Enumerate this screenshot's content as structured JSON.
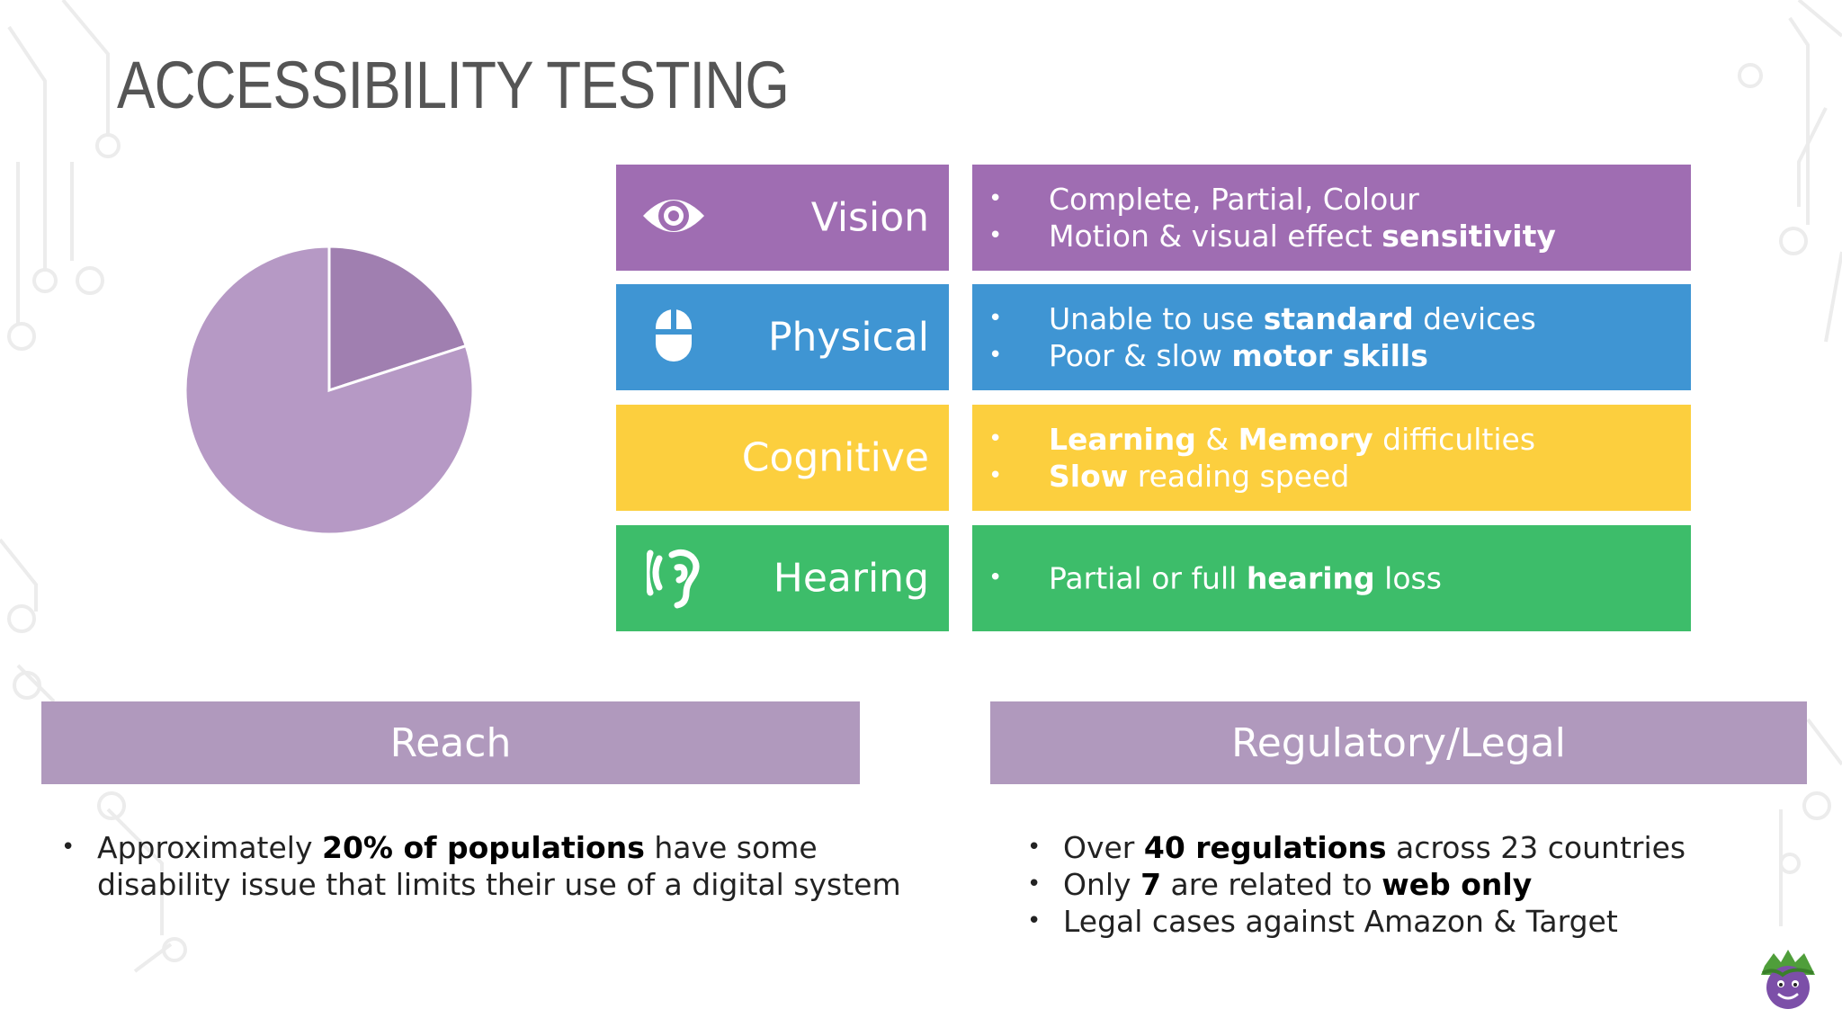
{
  "title": "ACCESSIBILITY TESTING",
  "chart_data": {
    "type": "pie",
    "values": [
      20,
      80
    ],
    "colors": [
      "#a07fb0",
      "#b699c5"
    ]
  },
  "categories": [
    {
      "label": "Vision",
      "icon": "eye-icon",
      "color": "#9f6db2",
      "items": [
        [
          {
            "t": "Complete, Partial, Colour",
            "b": false
          }
        ],
        [
          {
            "t": "Motion & visual effect ",
            "b": false
          },
          {
            "t": "sensitivity",
            "b": true
          }
        ]
      ]
    },
    {
      "label": "Physical",
      "icon": "mouse-icon",
      "color": "#3f95d3",
      "items": [
        [
          {
            "t": "Unable to use ",
            "b": false
          },
          {
            "t": "standard",
            "b": true
          },
          {
            "t": " devices",
            "b": false
          }
        ],
        [
          {
            "t": "Poor & slow ",
            "b": false
          },
          {
            "t": "motor skills",
            "b": true
          }
        ]
      ]
    },
    {
      "label": "Cognitive",
      "icon": "",
      "color": "#fccf3e",
      "items": [
        [
          {
            "t": "Learning",
            "b": true
          },
          {
            "t": " & ",
            "b": false
          },
          {
            "t": "Memory",
            "b": true
          },
          {
            "t": " difficulties",
            "b": false
          }
        ],
        [
          {
            "t": "Slow",
            "b": true
          },
          {
            "t": " reading speed",
            "b": false
          }
        ]
      ]
    },
    {
      "label": "Hearing",
      "icon": "ear-icon",
      "color": "#3dbd6a",
      "items": [
        [
          {
            "t": "Partial or full ",
            "b": false
          },
          {
            "t": "hearing",
            "b": true
          },
          {
            "t": " loss",
            "b": false
          }
        ]
      ]
    }
  ],
  "reach": {
    "header": "Reach",
    "text_1": "Approximately ",
    "text_bold": "20% of populations",
    "text_2": " have some",
    "text_3": "disability issue that limits their use of a digital system"
  },
  "legal": {
    "header": "Regulatory/Legal",
    "items": [
      [
        {
          "t": "Over ",
          "b": false
        },
        {
          "t": "40 regulations",
          "b": true
        },
        {
          "t": " across 23 countries",
          "b": false
        }
      ],
      [
        {
          "t": "Only ",
          "b": false
        },
        {
          "t": "7",
          "b": true
        },
        {
          "t": " are related to ",
          "b": false
        },
        {
          "t": "web only",
          "b": true
        }
      ],
      [
        {
          "t": "Legal cases against Amazon & Target",
          "b": false
        }
      ]
    ]
  }
}
